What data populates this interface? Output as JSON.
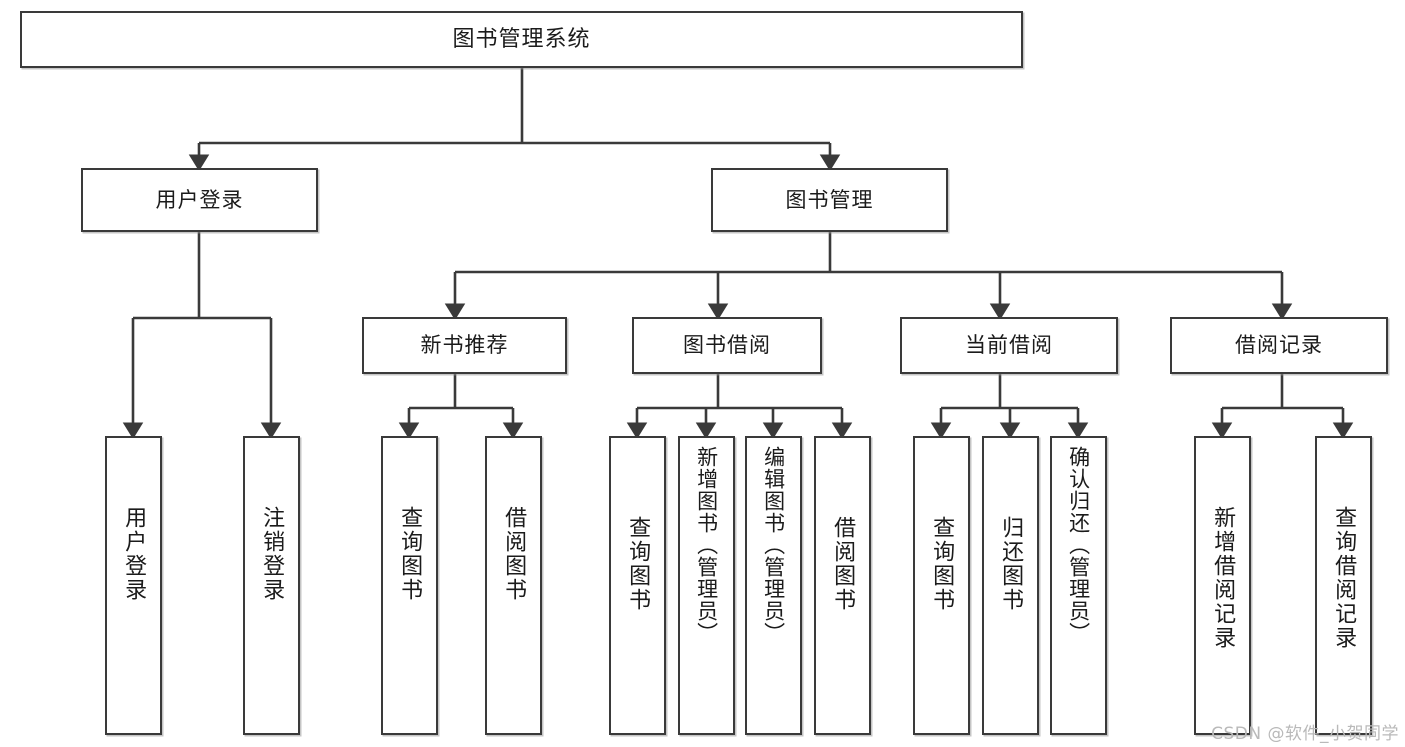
{
  "diagram": {
    "title": "图书管理系统",
    "type": "tree-hierarchy",
    "root": {
      "label": "图书管理系统"
    },
    "level2": [
      {
        "label": "用户登录"
      },
      {
        "label": "图书管理"
      }
    ],
    "level3": [
      {
        "label": "新书推荐"
      },
      {
        "label": "图书借阅"
      },
      {
        "label": "当前借阅"
      },
      {
        "label": "借阅记录"
      }
    ],
    "leaves": [
      {
        "label": "用户登录",
        "parent": "用户登录"
      },
      {
        "label": "注销登录",
        "parent": "用户登录"
      },
      {
        "label": "查询图书",
        "parent": "新书推荐"
      },
      {
        "label": "借阅图书",
        "parent": "新书推荐"
      },
      {
        "label": "查询图书",
        "parent": "图书借阅"
      },
      {
        "label": "新增图书（管理员）",
        "parent": "图书借阅"
      },
      {
        "label": "编辑图书（管理员）",
        "parent": "图书借阅"
      },
      {
        "label": "借阅图书",
        "parent": "图书借阅"
      },
      {
        "label": "查询图书",
        "parent": "当前借阅"
      },
      {
        "label": "归还图书",
        "parent": "当前借阅"
      },
      {
        "label": "确认归还（管理员）",
        "parent": "当前借阅"
      },
      {
        "label": "新增借阅记录",
        "parent": "借阅记录"
      },
      {
        "label": "查询借阅记录",
        "parent": "借阅记录"
      }
    ]
  },
  "watermark": {
    "text": "CSDN @软件_小贺同学"
  },
  "colors": {
    "stroke": "#3a3a3a",
    "text": "#1b1b1b",
    "background": "#ffffff",
    "watermark": "#b9b9b9"
  }
}
